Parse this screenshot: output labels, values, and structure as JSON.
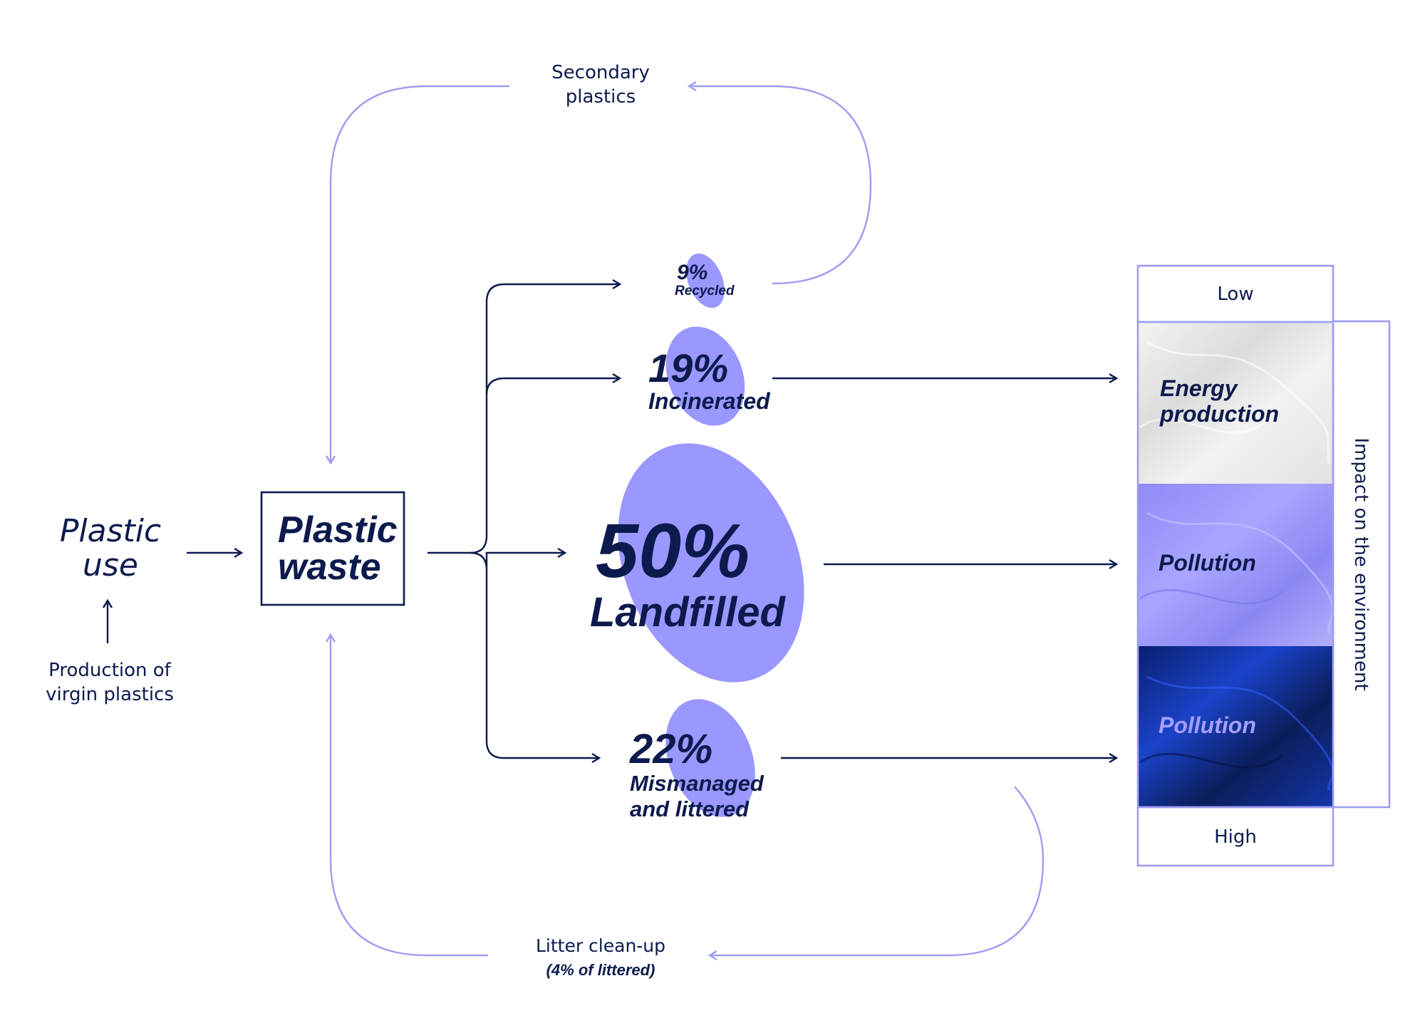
{
  "colors": {
    "navy": "#0c1a4d",
    "lavender": "#9a97ff",
    "flow_line": "#a09cf2",
    "pollution_dark_text": "#a39eff"
  },
  "labels": {
    "plastic_use": [
      "Plastic",
      "use"
    ],
    "production": [
      "Production of",
      "virgin plastics"
    ],
    "plastic_waste": [
      "Plastic",
      "waste"
    ],
    "secondary": [
      "Secondary",
      "plastics"
    ],
    "litter": [
      "Litter clean-up",
      "(4% of littered)"
    ]
  },
  "outcomes": {
    "recycled": {
      "pct": "9%",
      "label": [
        "Recycled"
      ]
    },
    "incinerated": {
      "pct": "19%",
      "label": [
        "Incinerated"
      ]
    },
    "landfilled": {
      "pct": "50%",
      "label": [
        "Landfilled"
      ]
    },
    "mismanaged": {
      "pct": "22%",
      "label": [
        "Mismanaged",
        "and littered"
      ]
    }
  },
  "impact": {
    "low": "Low",
    "high": "High",
    "axis_label": "Impact on the environment",
    "energy": [
      "Energy",
      "production"
    ],
    "pollution_mid": "Pollution",
    "pollution_dark": "Pollution"
  }
}
